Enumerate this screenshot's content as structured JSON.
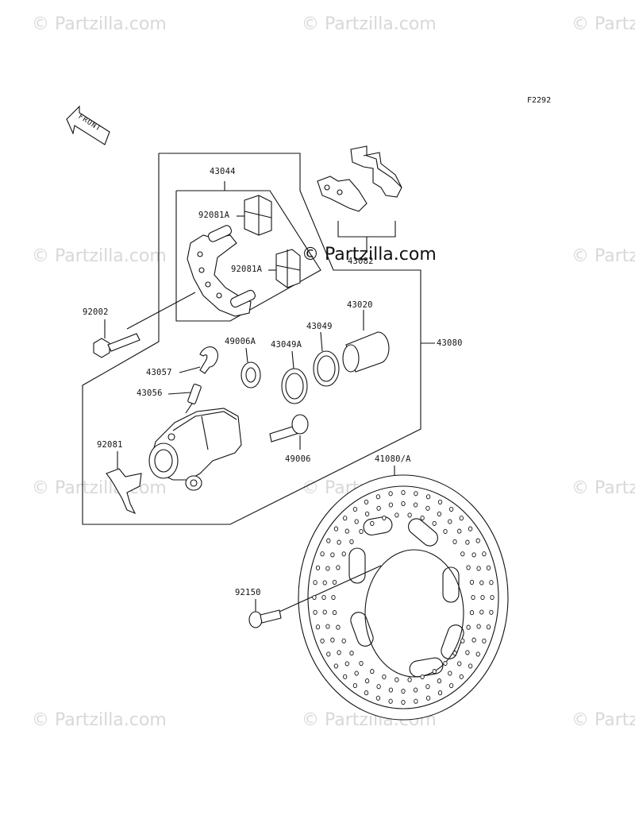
{
  "watermark": {
    "text": "© Partzilla.com",
    "center_text": "© Partzilla.com",
    "right_text": "© Partz"
  },
  "figure": {
    "code": "F2292",
    "front_label": "FRONT"
  },
  "parts": {
    "p43044": "43044",
    "p92081A_1": "92081A",
    "p92081A_2": "92081A",
    "p43082": "43082",
    "p92002": "92002",
    "p43020": "43020",
    "p43049": "43049",
    "p49006A": "49006A",
    "p43049A": "43049A",
    "p43080": "43080",
    "p43057": "43057",
    "p43056": "43056",
    "p92081": "92081",
    "p49006": "49006",
    "p41080A": "41080/A",
    "p92150": "92150"
  }
}
